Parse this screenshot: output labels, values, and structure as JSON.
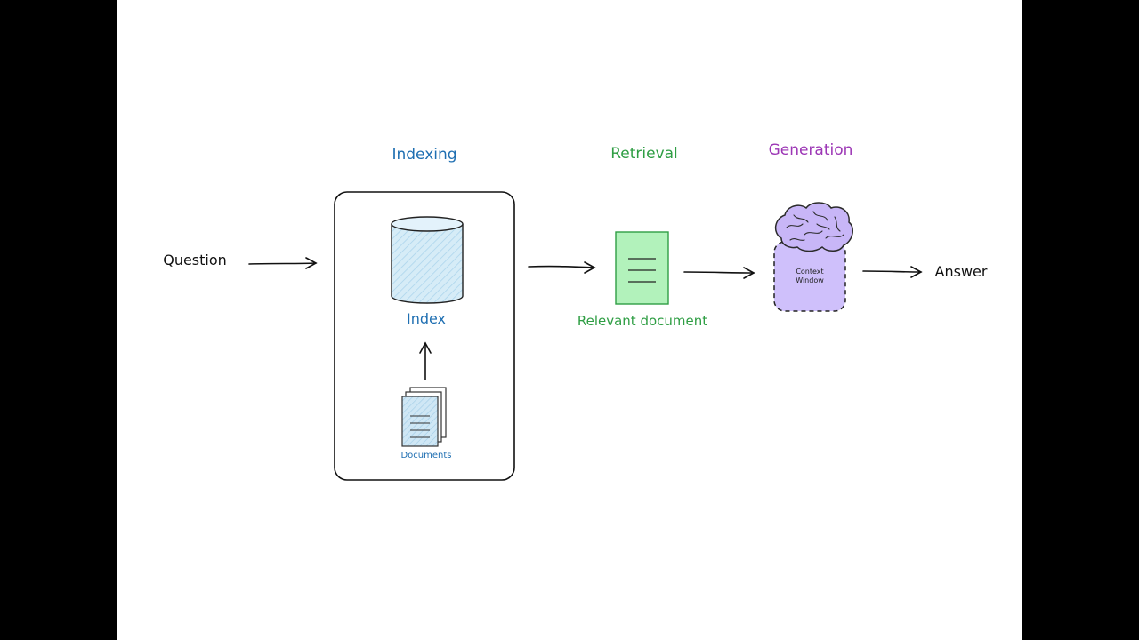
{
  "stages": {
    "indexing": "Indexing",
    "retrieval": "Retrieval",
    "generation": "Generation"
  },
  "nodes": {
    "question": "Question",
    "index": "Index",
    "documents": "Documents",
    "relevant_document": "Relevant document",
    "context_line1": "Context",
    "context_line2": "Window",
    "answer": "Answer"
  },
  "colors": {
    "indexing": "#1f6fb2",
    "retrieval": "#2f9e44",
    "generation": "#9c36b5",
    "ink": "#111111",
    "index_fill": "#d6ecf7",
    "document_fill": "#b2f2bb",
    "document_stroke": "#2f9e44",
    "context_fill": "#cfc0fb",
    "brain_fill": "#c8b6f7"
  },
  "icons": {
    "index": "database-icon",
    "documents": "documents-icon",
    "relevant_document": "document-icon",
    "llm": "brain-icon"
  }
}
